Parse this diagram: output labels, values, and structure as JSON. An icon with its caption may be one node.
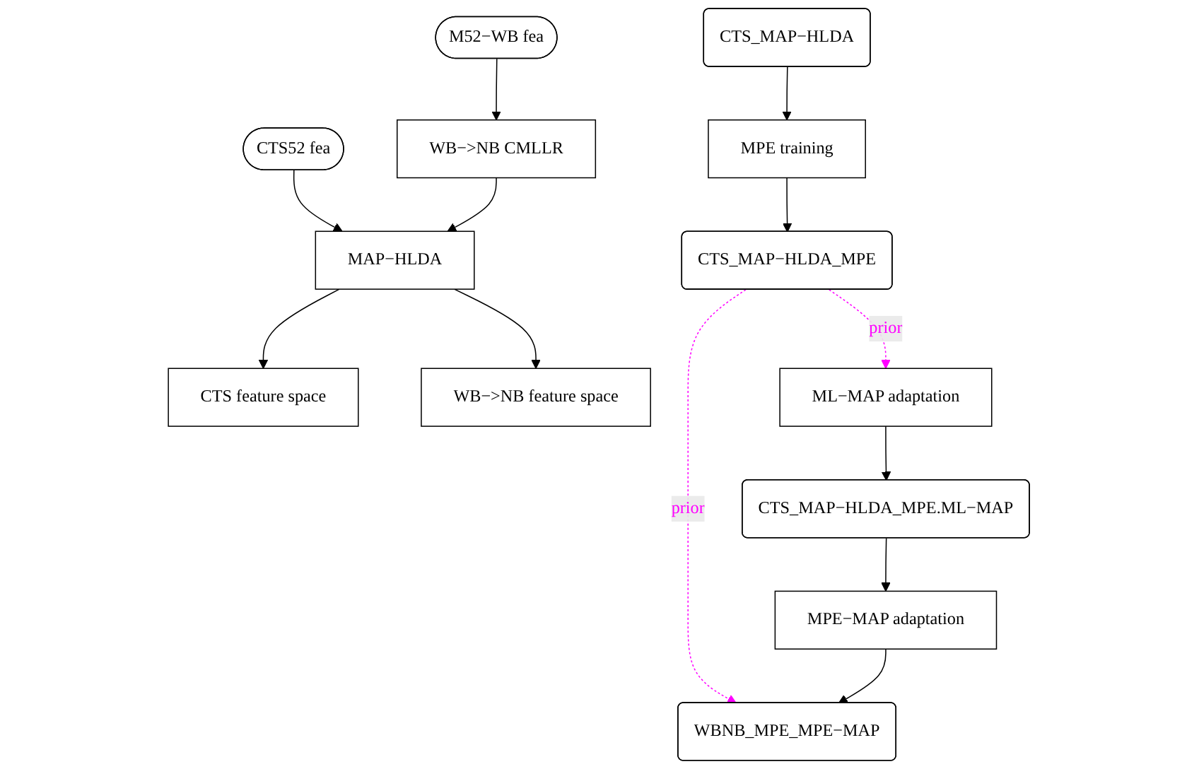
{
  "diagram": {
    "nodes": [
      {
        "text": [
          "CTS52 fea"
        ]
      },
      {
        "text": [
          "M52−WB fea"
        ]
      },
      {
        "text": [
          "WB−>NB CMLLR"
        ]
      },
      {
        "text": [
          "MAP−HLDA"
        ]
      },
      {
        "text": [
          "CTS feature space"
        ]
      },
      {
        "text": [
          "WB−>NB feature space"
        ]
      },
      {
        "text": [
          "CTS_MAP−HLDA"
        ]
      },
      {
        "text": [
          "MPE training"
        ]
      },
      {
        "text": [
          "CTS_MAP−HLDA_MPE"
        ]
      },
      {
        "text": [
          "ML−MAP adaptation"
        ]
      },
      {
        "text": [
          "CTS_MAP−HLDA_MPE.ML−MAP"
        ]
      },
      {
        "text": [
          "MPE−MAP adaptation"
        ]
      },
      {
        "text": [
          "WBNB_MPE_MPE−MAP"
        ]
      }
    ],
    "edges": [
      {
        "from": 0,
        "to": 3,
        "arrow": "to"
      },
      {
        "from": 1,
        "to": 2,
        "arrow": "to"
      },
      {
        "from": 2,
        "to": 3,
        "arrow": "to"
      },
      {
        "from": 3,
        "to": 4,
        "arrow": "to"
      },
      {
        "from": 3,
        "to": 5,
        "arrow": "to"
      },
      {
        "from": 6,
        "to": 7,
        "arrow": "to"
      },
      {
        "from": 7,
        "to": 8,
        "arrow": "to"
      },
      {
        "from": 8,
        "to": 9,
        "arrow": "to",
        "label": "prior",
        "style": "dashed",
        "color": "#ff00ff"
      },
      {
        "from": 9,
        "to": 10,
        "arrow": "to"
      },
      {
        "from": 10,
        "to": 11,
        "arrow": "to"
      },
      {
        "from": 8,
        "to": 12,
        "arrow": "to",
        "label": "prior",
        "style": "dashed",
        "color": "#ff00ff"
      },
      {
        "from": 11,
        "to": 12,
        "arrow": "to"
      }
    ]
  }
}
